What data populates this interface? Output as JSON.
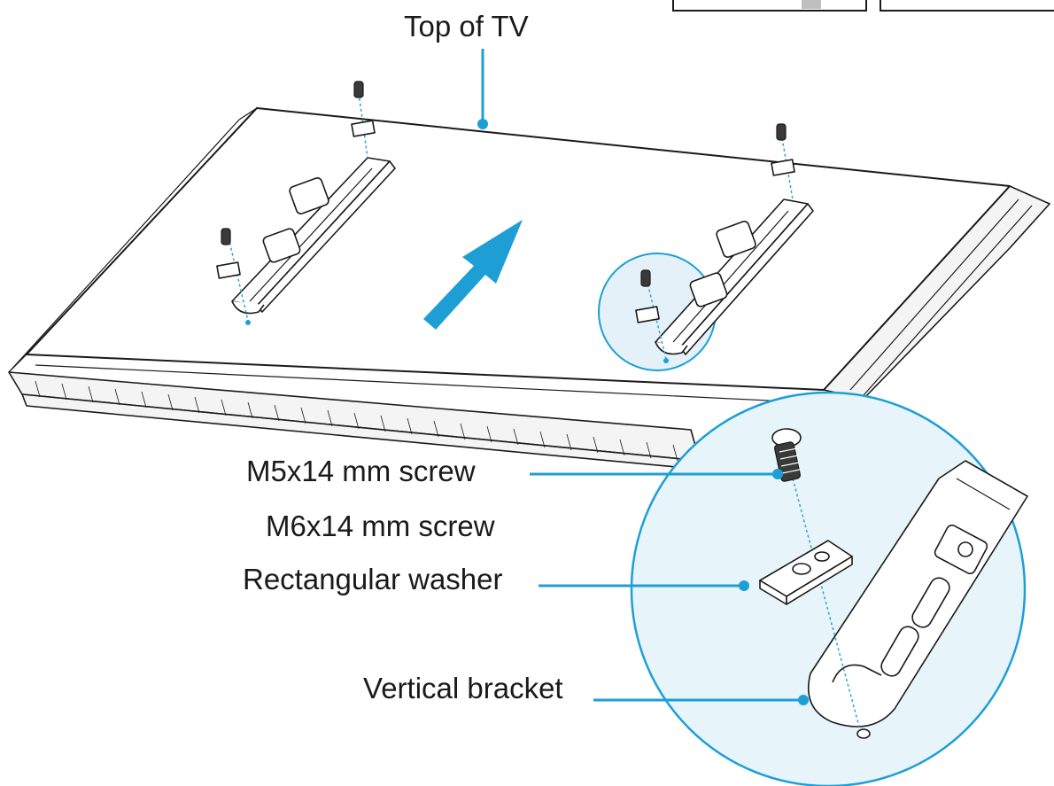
{
  "labels": {
    "top_of_tv": "Top of TV",
    "m5_screw": "M5x14 mm screw",
    "m6_screw": "M6x14 mm screw",
    "rectangular_washer": "Rectangular washer",
    "vertical_bracket": "Vertical bracket"
  },
  "colors": {
    "accent": "#1d9fd6",
    "zoom_fill": "#e7f4fa",
    "line": "#1a1a1a",
    "text": "#1a1a1a"
  }
}
